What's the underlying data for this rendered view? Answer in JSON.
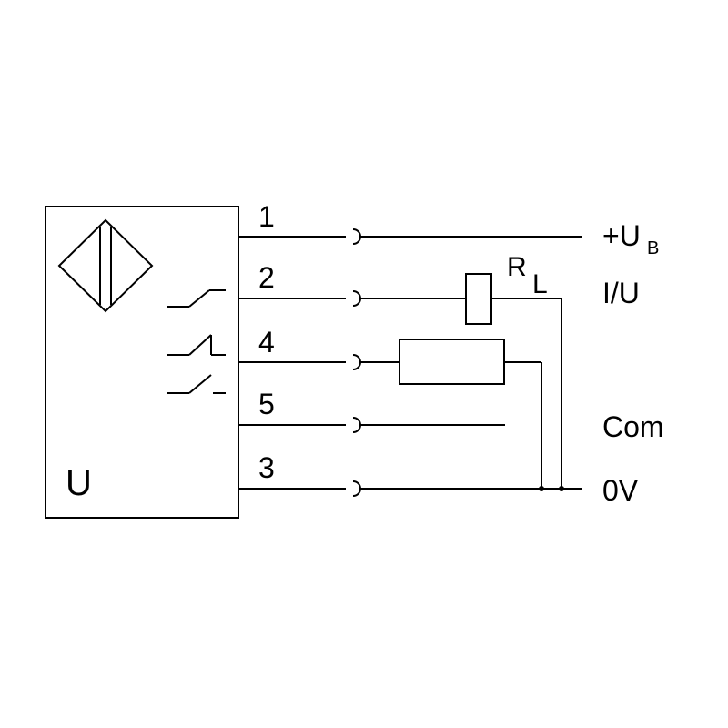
{
  "sensor": {
    "label": "U"
  },
  "pins": [
    {
      "number": "1",
      "terminal": "+U",
      "terminal_sub": "B"
    },
    {
      "number": "2",
      "terminal": "I/U",
      "terminal_sub": ""
    },
    {
      "number": "4",
      "terminal": "",
      "terminal_sub": ""
    },
    {
      "number": "5",
      "terminal": "Com",
      "terminal_sub": ""
    },
    {
      "number": "3",
      "terminal": "0V",
      "terminal_sub": ""
    }
  ],
  "load_resistor": {
    "label": "R",
    "label_sub": "L"
  }
}
